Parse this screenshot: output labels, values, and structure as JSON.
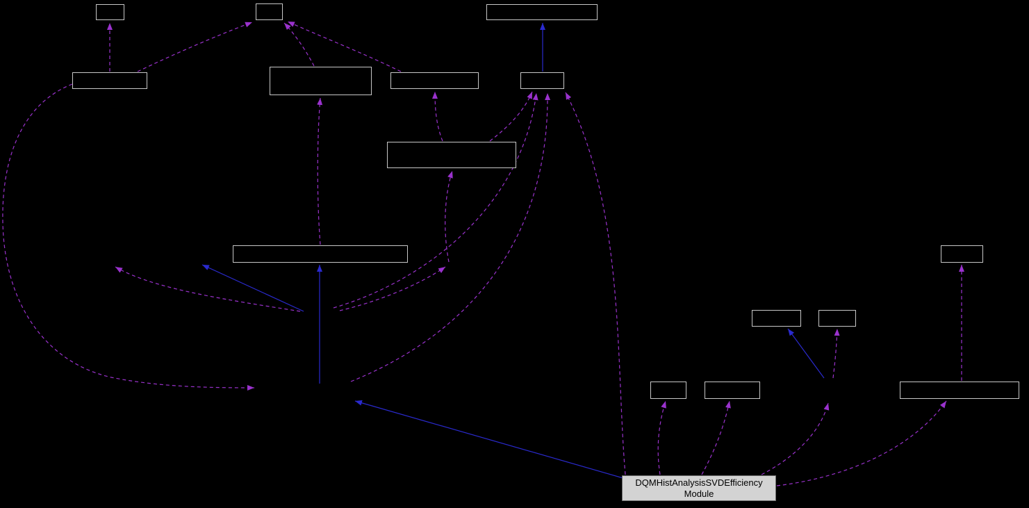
{
  "diagram": {
    "type": "class-collaboration-graph",
    "main_node": {
      "label_lines": [
        "DQMHistAnalysisSVDEfficiency",
        "Module"
      ]
    },
    "colors": {
      "bg": "#000000",
      "inheritance": "#2a2ace",
      "usage": "#9a32cd",
      "node_border": "#c8c8c8",
      "node_fill": "#000000",
      "highlight_fill": "#d3d3d3",
      "highlight_border": "#6e6e6e",
      "highlight_text": "#000000"
    }
  }
}
